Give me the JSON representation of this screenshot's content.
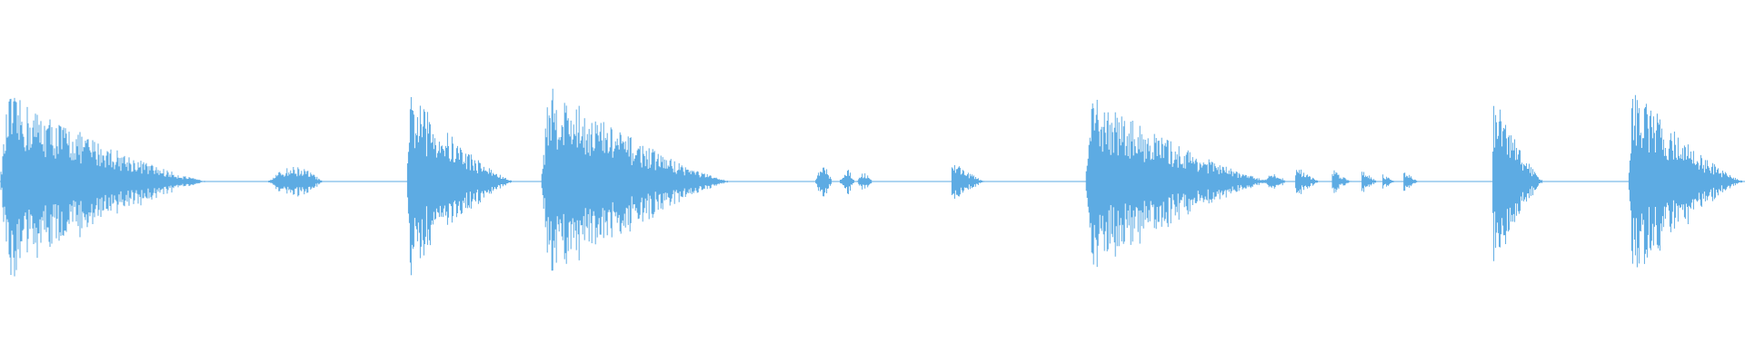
{
  "waveform": {
    "color": "#5DABE3",
    "segments": [
      {
        "start": 0.0,
        "end": 0.12,
        "peak": 0.62,
        "shape": "decay"
      },
      {
        "start": 0.153,
        "end": 0.185,
        "peak": 0.1,
        "shape": "bump"
      },
      {
        "start": 0.233,
        "end": 0.295,
        "peak": 0.62,
        "shape": "decay"
      },
      {
        "start": 0.31,
        "end": 0.42,
        "peak": 0.68,
        "shape": "decay"
      },
      {
        "start": 0.467,
        "end": 0.477,
        "peak": 0.1,
        "shape": "bump"
      },
      {
        "start": 0.481,
        "end": 0.49,
        "peak": 0.08,
        "shape": "bump"
      },
      {
        "start": 0.491,
        "end": 0.5,
        "peak": 0.06,
        "shape": "bump"
      },
      {
        "start": 0.545,
        "end": 0.565,
        "peak": 0.16,
        "shape": "decay"
      },
      {
        "start": 0.622,
        "end": 0.73,
        "peak": 0.6,
        "shape": "decay"
      },
      {
        "start": 0.723,
        "end": 0.737,
        "peak": 0.05,
        "shape": "bump"
      },
      {
        "start": 0.742,
        "end": 0.757,
        "peak": 0.12,
        "shape": "decay"
      },
      {
        "start": 0.763,
        "end": 0.775,
        "peak": 0.1,
        "shape": "decay"
      },
      {
        "start": 0.78,
        "end": 0.79,
        "peak": 0.1,
        "shape": "decay"
      },
      {
        "start": 0.792,
        "end": 0.8,
        "peak": 0.06,
        "shape": "decay"
      },
      {
        "start": 0.804,
        "end": 0.813,
        "peak": 0.1,
        "shape": "decay"
      },
      {
        "start": 0.855,
        "end": 0.885,
        "peak": 0.62,
        "shape": "decay"
      },
      {
        "start": 0.933,
        "end": 1.0,
        "peak": 0.66,
        "shape": "decay"
      }
    ]
  }
}
